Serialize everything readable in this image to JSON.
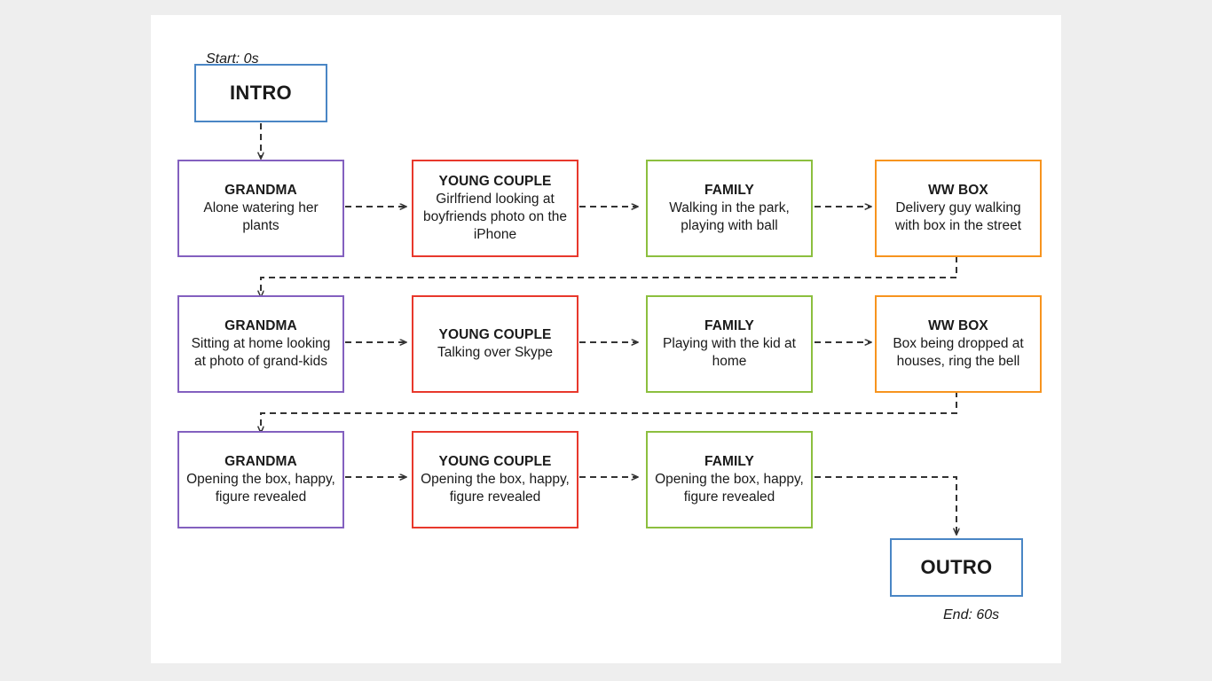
{
  "canvas": {
    "background": "#eeeeee",
    "sheet_color": "#ffffff"
  },
  "palette": {
    "blue": "#4a86c5",
    "purple": "#8360bf",
    "red": "#e8382c",
    "green": "#8cbf3f",
    "orange": "#f7941e",
    "connector": "#333333",
    "text": "#1a1a1a"
  },
  "labels": {
    "start": "Start: 0s",
    "end": "End: 60s"
  },
  "terminals": {
    "intro": {
      "title": "INTRO",
      "color": "blue"
    },
    "outro": {
      "title": "OUTRO",
      "color": "blue"
    }
  },
  "rows": [
    {
      "index": 1,
      "cells": [
        {
          "title": "GRANDMA",
          "desc": "Alone watering her plants",
          "color": "purple"
        },
        {
          "title": "YOUNG COUPLE",
          "desc": "Girlfriend looking at boyfriends photo on the iPhone",
          "color": "red"
        },
        {
          "title": "FAMILY",
          "desc": "Walking in the park, playing with ball",
          "color": "green"
        },
        {
          "title": "WW BOX",
          "desc": "Delivery guy walking with box in the street",
          "color": "orange"
        }
      ]
    },
    {
      "index": 2,
      "cells": [
        {
          "title": "GRANDMA",
          "desc": "Sitting at home looking at photo of grand-kids",
          "color": "purple"
        },
        {
          "title": "YOUNG COUPLE",
          "desc": "Talking over Skype",
          "color": "red"
        },
        {
          "title": "FAMILY",
          "desc": "Playing with the kid at home",
          "color": "green"
        },
        {
          "title": "WW BOX",
          "desc": "Box being dropped at houses, ring the bell",
          "color": "orange"
        }
      ]
    },
    {
      "index": 3,
      "cells": [
        {
          "title": "GRANDMA",
          "desc": "Opening the box, happy, figure revealed",
          "color": "purple"
        },
        {
          "title": "YOUNG COUPLE",
          "desc": "Opening the box, happy, figure revealed",
          "color": "red"
        },
        {
          "title": "FAMILY",
          "desc": "Opening the box, happy, figure revealed",
          "color": "green"
        }
      ]
    }
  ],
  "connectors": [
    {
      "name": "intro-to-row1-grandma",
      "style": "dashed",
      "arrow": true
    },
    {
      "name": "row1-grandma-to-couple",
      "style": "dashed",
      "arrow": true
    },
    {
      "name": "row1-couple-to-family",
      "style": "dashed",
      "arrow": true
    },
    {
      "name": "row1-family-to-wwbox",
      "style": "dashed",
      "arrow": true
    },
    {
      "name": "row1-wwbox-to-row2-grandma",
      "style": "dashed",
      "arrow": true
    },
    {
      "name": "row2-grandma-to-couple",
      "style": "dashed",
      "arrow": true
    },
    {
      "name": "row2-couple-to-family",
      "style": "dashed",
      "arrow": true
    },
    {
      "name": "row2-family-to-wwbox",
      "style": "dashed",
      "arrow": true
    },
    {
      "name": "row2-wwbox-to-row3-grandma",
      "style": "dashed",
      "arrow": true
    },
    {
      "name": "row3-grandma-to-couple",
      "style": "dashed",
      "arrow": true
    },
    {
      "name": "row3-couple-to-family",
      "style": "dashed",
      "arrow": true
    },
    {
      "name": "row3-family-to-outro",
      "style": "dashed",
      "arrow": true
    }
  ]
}
